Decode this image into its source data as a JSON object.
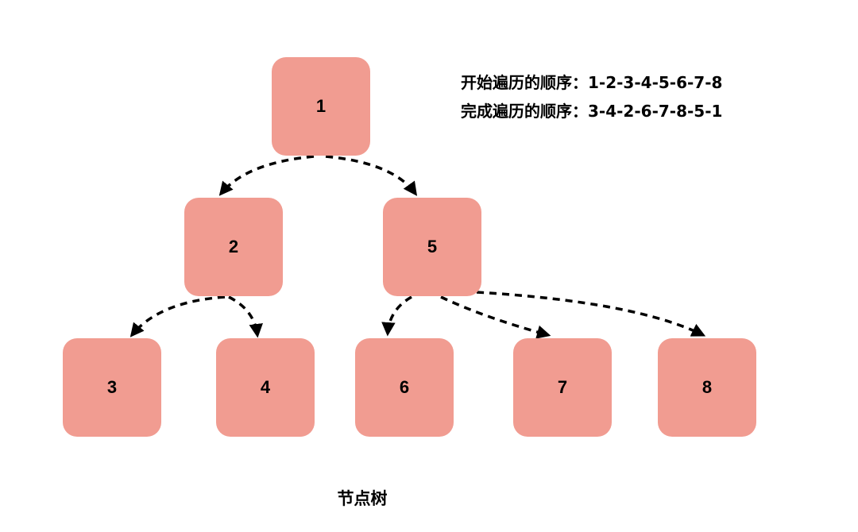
{
  "nodes": {
    "n1": "1",
    "n2": "2",
    "n5": "5",
    "n3": "3",
    "n4": "4",
    "n6": "6",
    "n7": "7",
    "n8": "8"
  },
  "info": {
    "start_order": "开始遍历的顺序：1-2-3-4-5-6-7-8",
    "finish_order": "完成遍历的顺序：3-4-2-6-7-8-5-1"
  },
  "caption": "节点树",
  "colors": {
    "node_fill": "#f19c91",
    "arrow": "#000000"
  }
}
